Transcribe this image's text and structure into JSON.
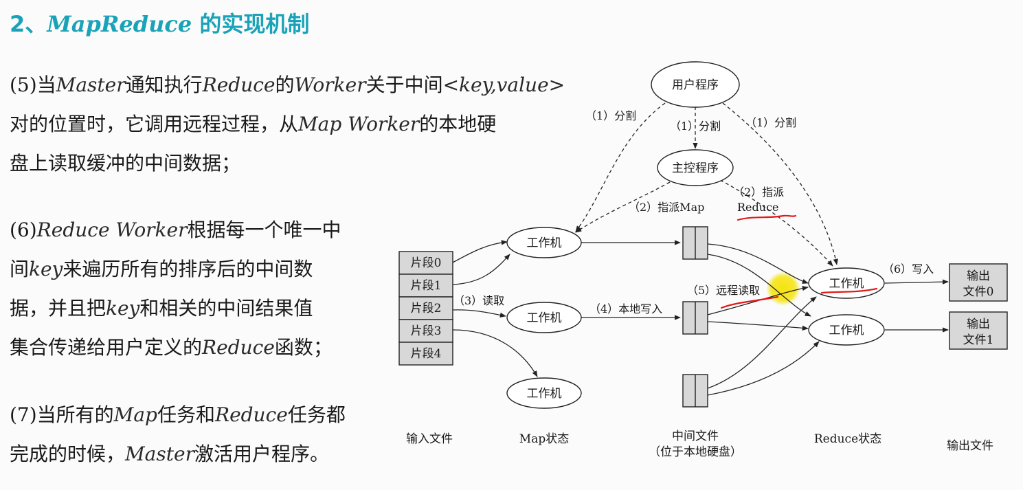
{
  "title": {
    "num": "2、",
    "en": "MapReduce",
    "zh": " 的实现机制"
  },
  "para5": {
    "l1a": "(5)当",
    "l1b": "Master",
    "l1c": "通知执行",
    "l1d": "Reduce",
    "l1e": "的",
    "l1f": "Worker",
    "l1g": "关于中间",
    "l1h": "<key,value>",
    "l2a": "对的位置时，它调用远程过程，从",
    "l2b": "Map Worker",
    "l2c": "的本地硬",
    "l3": "盘上读取缓冲的中间数据；"
  },
  "para6": {
    "l1a": "(6)",
    "l1b": "Reduce Worker",
    "l1c": "根据每一个唯一中",
    "l2a": "间",
    "l2b": "key",
    "l2c": "来遍历所有的排序后的中间数",
    "l3a": "据，并且把",
    "l3b": "key",
    "l3c": "和相关的中间结果值",
    "l4a": "集合传递给用户定义的",
    "l4b": "Reduce",
    "l4c": "函数；"
  },
  "para7": {
    "l1a": "(7)当所有的",
    "l1b": "Map",
    "l1c": "任务和",
    "l1d": "Reduce",
    "l1e": "任务都",
    "l2a": "完成的时候，",
    "l2b": "Master",
    "l2c": "激活用户程序。"
  },
  "diagram": {
    "user_program": "用户程序",
    "master_program": "主控程序",
    "split_left": "（1）分割",
    "split_mid": "（1）分割",
    "split_right": "（1）分割",
    "assign_map": "（2）指派Map",
    "assign_reduce_1": "（2）指派",
    "assign_reduce_2": "Reduce",
    "map_worker": "工作机",
    "reduce_worker": "工作机",
    "read": "（3）读取",
    "local_write": "（4）本地写入",
    "remote_read": "（5）远程读取",
    "write": "（6）写入",
    "splits": [
      "片段0",
      "片段1",
      "片段2",
      "片段3",
      "片段4"
    ],
    "outputs": [
      [
        "输出",
        "文件0"
      ],
      [
        "输出",
        "文件1"
      ]
    ],
    "stage_input": "输入文件",
    "stage_map": "Map状态",
    "stage_mid_1": "中间文件",
    "stage_mid_2": "（位于本地硬盘）",
    "stage_reduce": "Reduce状态",
    "stage_output": "输出文件"
  },
  "colors": {
    "title": "#1aa3b8",
    "box_fill": "#d8d8d8",
    "annotation": "#e01a1a",
    "highlight": "#f5e200"
  }
}
